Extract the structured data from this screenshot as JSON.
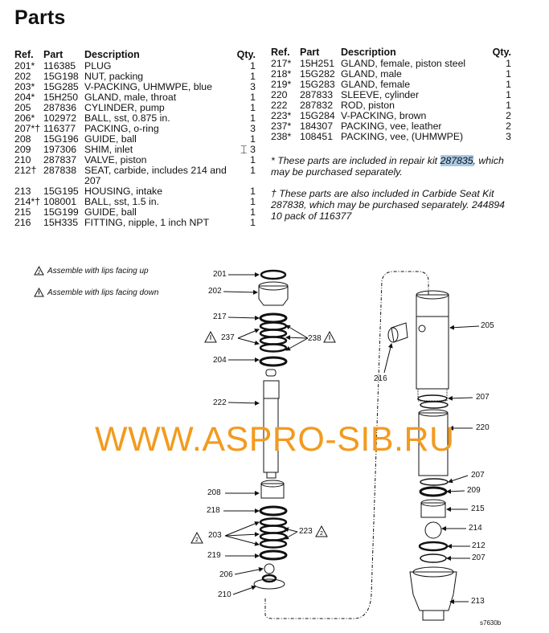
{
  "title": "Parts",
  "table_headers": {
    "ref": "Ref.",
    "part": "Part",
    "description": "Description",
    "qty": "Qty."
  },
  "left_table": [
    {
      "ref": "201*",
      "part": "116385",
      "description": "PLUG",
      "qty": "1"
    },
    {
      "ref": "202",
      "part": "15G198",
      "description": "NUT, packing",
      "qty": "1"
    },
    {
      "ref": "203*",
      "part": "15G285",
      "description": "V-PACKING, UHMWPE, blue",
      "qty": "3"
    },
    {
      "ref": "204*",
      "part": "15H250",
      "description": "GLAND, male, throat",
      "qty": "1"
    },
    {
      "ref": "205",
      "part": "287836",
      "description": "CYLINDER, pump",
      "qty": "1"
    },
    {
      "ref": "206*",
      "part": "102972",
      "description": "BALL, sst, 0.875 in.",
      "qty": "1"
    },
    {
      "ref": "207*†",
      "part": "116377",
      "description": "PACKING, o-ring",
      "qty": "3"
    },
    {
      "ref": "208",
      "part": "15G196",
      "description": "GUIDE, ball",
      "qty": "1"
    },
    {
      "ref": "209",
      "part": "197306",
      "description": "SHIM, inlet",
      "qty": "3"
    },
    {
      "ref": "210",
      "part": "287837",
      "description": "VALVE, piston",
      "qty": "1"
    },
    {
      "ref": "212†",
      "part": "287838",
      "description": "SEAT, carbide, includes 214 and 207",
      "qty": "1"
    },
    {
      "ref": "213",
      "part": "15G195",
      "description": "HOUSING, intake",
      "qty": "1"
    },
    {
      "ref": "214*†",
      "part": "108001",
      "description": "BALL, sst, 1.5 in.",
      "qty": "1"
    },
    {
      "ref": "215",
      "part": "15G199",
      "description": "GUIDE, ball",
      "qty": "1"
    },
    {
      "ref": "216",
      "part": "15H335",
      "description": "FITTING, nipple, 1 inch NPT",
      "qty": "1"
    }
  ],
  "right_table": [
    {
      "ref": "217*",
      "part": "15H251",
      "description": "GLAND, female, piston steel",
      "qty": "1"
    },
    {
      "ref": "218*",
      "part": "15G282",
      "description": "GLAND, male",
      "qty": "1"
    },
    {
      "ref": "219*",
      "part": "15G283",
      "description": "GLAND, female",
      "qty": "1"
    },
    {
      "ref": "220",
      "part": "287833",
      "description": "SLEEVE, cylinder",
      "qty": "1"
    },
    {
      "ref": "222",
      "part": "287832",
      "description": "ROD, piston",
      "qty": "1"
    },
    {
      "ref": "223*",
      "part": "15G284",
      "description": "V-PACKING, brown",
      "qty": "2"
    },
    {
      "ref": "237*",
      "part": "184307",
      "description": "PACKING, vee, leather",
      "qty": "2"
    },
    {
      "ref": "238*",
      "part": "108451",
      "description": "PACKING, vee, (UHMWPE)",
      "qty": "3"
    }
  ],
  "notes": {
    "asterisk_pre": "* These parts are included in repair kit ",
    "asterisk_kit": "287835",
    "asterisk_post": ", which may be purchased separately.",
    "dagger": "† These parts are also included in Carbide Seat Kit 287838, which may be purchased separately. 244894 10 pack of 116377"
  },
  "legend": {
    "up": "Assemble with lips facing up",
    "down": "Assemble with lips facing down"
  },
  "diagram_labels": {
    "l201": "201",
    "l202": "202",
    "l217": "217",
    "l237": "237",
    "l238": "238",
    "l204": "204",
    "l222": "222",
    "l208": "208",
    "l218": "218",
    "l203": "203",
    "l223": "223",
    "l219": "219",
    "l206": "206",
    "l210": "210",
    "l205": "205",
    "l216": "216",
    "l207a": "207",
    "l220": "220",
    "l207b": "207",
    "l209": "209",
    "l215": "215",
    "l214": "214",
    "l212": "212",
    "l207c": "207",
    "l213": "213",
    "fig_id": "s7630b"
  },
  "watermark": "WWW.ASPRO-SIB.RU"
}
